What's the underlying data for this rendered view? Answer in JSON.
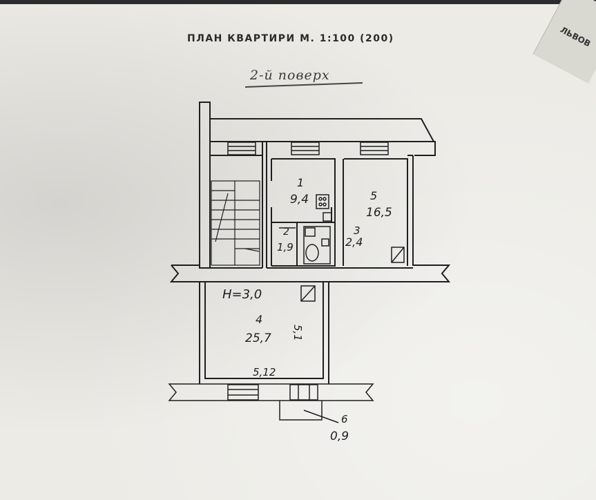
{
  "document": {
    "title": "ПЛАН КВАРТИРИ М. 1:100 (200)",
    "floor": "2-й поверх",
    "corner_text": "ЛЬВОВ"
  },
  "plan": {
    "ceiling_height": "H=3,0",
    "width_label": "5,12",
    "side_label": "5,1",
    "rooms": [
      {
        "number": "1",
        "area": "9,4"
      },
      {
        "number": "2",
        "area": "1,9"
      },
      {
        "number": "3",
        "area": "2,4"
      },
      {
        "number": "4",
        "area": "25,7"
      },
      {
        "number": "5",
        "area": "16,5"
      },
      {
        "number": "6",
        "area": "0,9"
      }
    ]
  }
}
